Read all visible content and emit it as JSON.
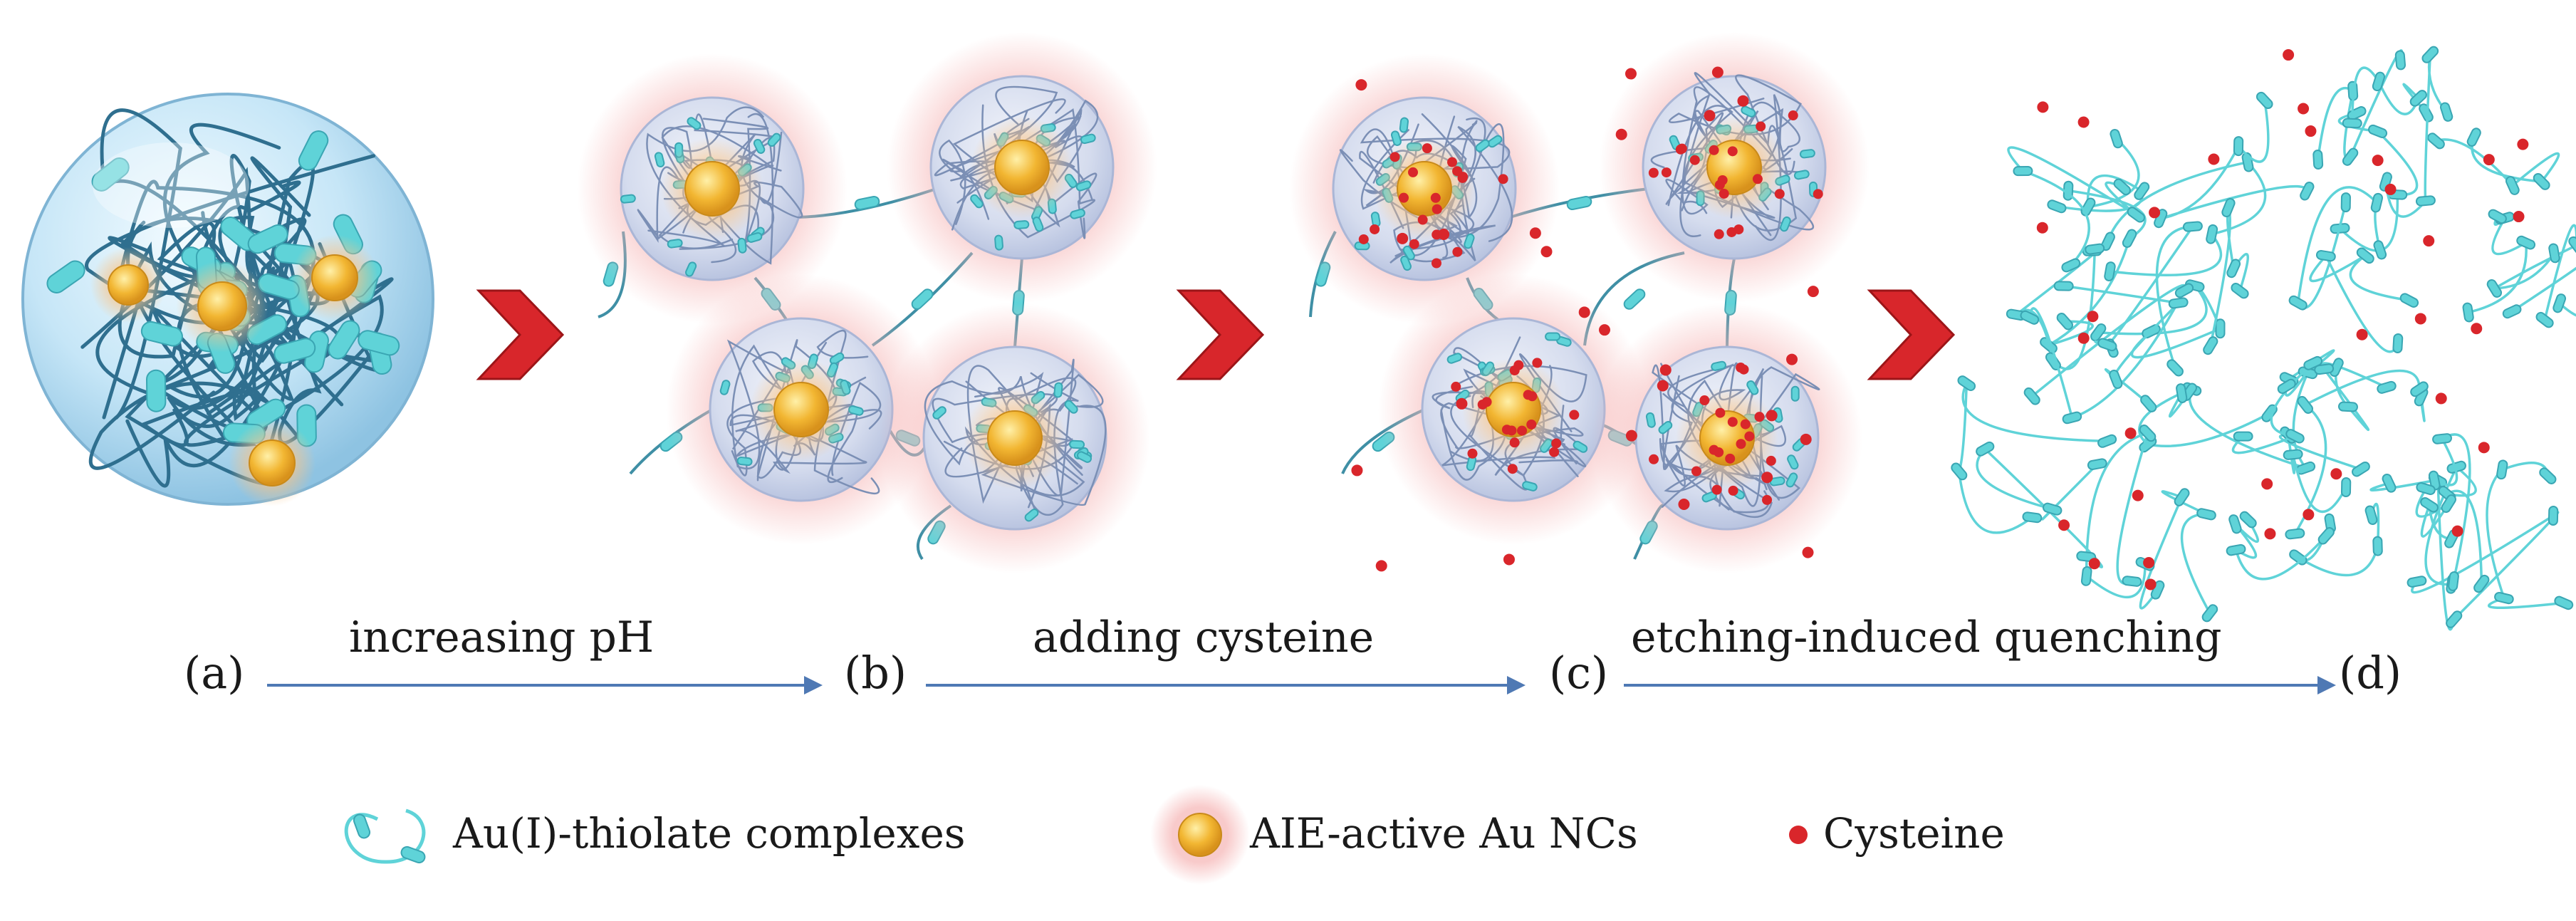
{
  "panels": {
    "a": "(a)",
    "b": "(b)",
    "c": "(c)",
    "d": "(d)"
  },
  "steps": {
    "ab": "increasing pH",
    "bc": "adding cysteine",
    "cd": "etching-induced quenching"
  },
  "legend": {
    "complex": "Au(I)-thiolate complexes",
    "nc": "AIE-active Au NCs",
    "cys": "Cysteine"
  },
  "colors": {
    "complex": "#5fd3d8",
    "chain": "#2f6f8f",
    "nc": "#f2b632",
    "cysteine": "#d9262b",
    "glow": "#f6b8b8",
    "arrow": "#d8262b",
    "stepArrow": "#4f79b4"
  }
}
